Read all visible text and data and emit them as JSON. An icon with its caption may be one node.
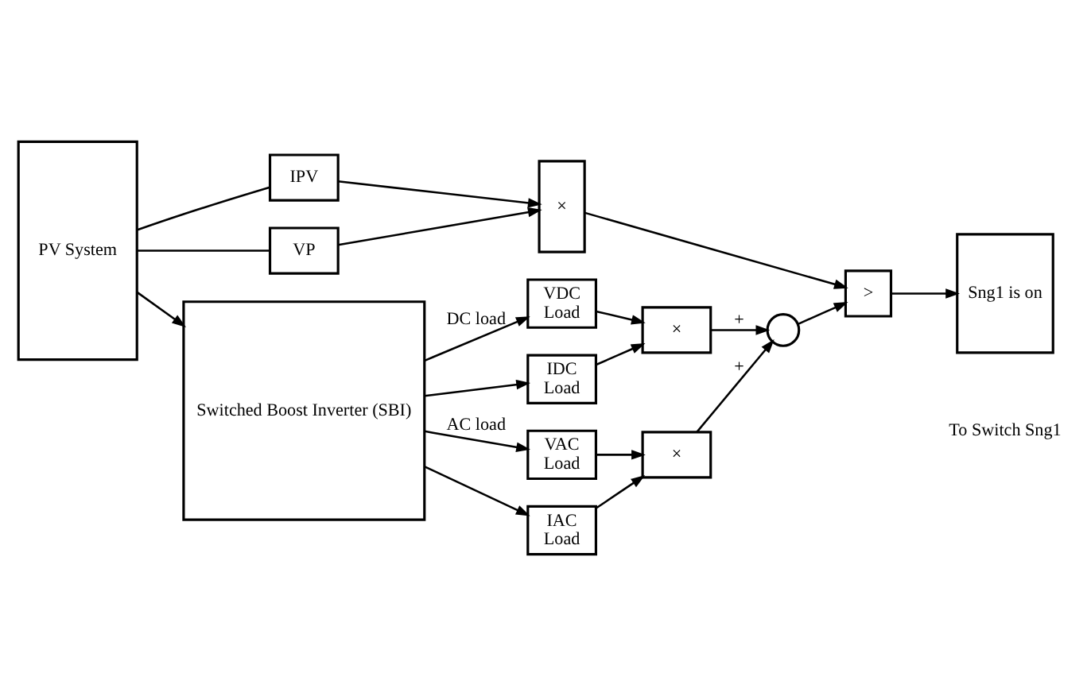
{
  "diagram": {
    "nodes": [
      {
        "text": [
          "IPV"
        ]
      },
      {
        "text": [
          "VP"
        ]
      },
      {
        "text": [
          "×"
        ]
      },
      {
        "text": [
          ">"
        ]
      },
      {
        "text": [
          "PV System"
        ]
      },
      {
        "text": [
          "Switched Boost Inverter (SBI)"
        ]
      },
      {
        "text": [
          "VDC",
          "Load"
        ]
      },
      {
        "text": [
          "IDC",
          "Load"
        ]
      },
      {
        "text": [
          "×"
        ]
      },
      {
        "text": [
          "Sng1 is on"
        ],
        "beside": [
          "To Switch Sng1"
        ]
      },
      {
        "text": [
          "VAC",
          "Load"
        ]
      },
      {
        "text": [
          "IAC",
          "Load"
        ]
      },
      {
        "text": [
          "×"
        ]
      },
      {
        "text": [],
        "shape": "circle"
      }
    ],
    "edges": [
      {
        "from": 4,
        "to": 5,
        "arrow": "to"
      },
      {
        "from": 4,
        "to": 0,
        "arrow": "none"
      },
      {
        "from": 4,
        "to": 1,
        "arrow": "none"
      },
      {
        "from": 0,
        "to": 2,
        "arrow": "to"
      },
      {
        "from": 1,
        "to": 2,
        "arrow": "to"
      },
      {
        "from": 2,
        "to": 3,
        "arrow": "to"
      },
      {
        "from": 3,
        "to": 9,
        "arrow": "to"
      },
      {
        "from": 5,
        "to": 6,
        "arrow": "to",
        "label": "DC load"
      },
      {
        "from": 5,
        "to": 7,
        "arrow": "to"
      },
      {
        "from": 5,
        "to": 10,
        "arrow": "to",
        "label": "AC load"
      },
      {
        "from": 5,
        "to": 11,
        "arrow": "to"
      },
      {
        "from": 6,
        "to": 8,
        "arrow": "to"
      },
      {
        "from": 7,
        "to": 8,
        "arrow": "to"
      },
      {
        "from": 10,
        "to": 12,
        "arrow": "to"
      },
      {
        "from": 11,
        "to": 12,
        "arrow": "to"
      },
      {
        "from": 8,
        "to": 13,
        "arrow": "to",
        "label": "+"
      },
      {
        "from": 12,
        "to": 13,
        "arrow": "to",
        "label": "+"
      },
      {
        "from": 13,
        "to": 3,
        "arrow": "to"
      }
    ]
  }
}
